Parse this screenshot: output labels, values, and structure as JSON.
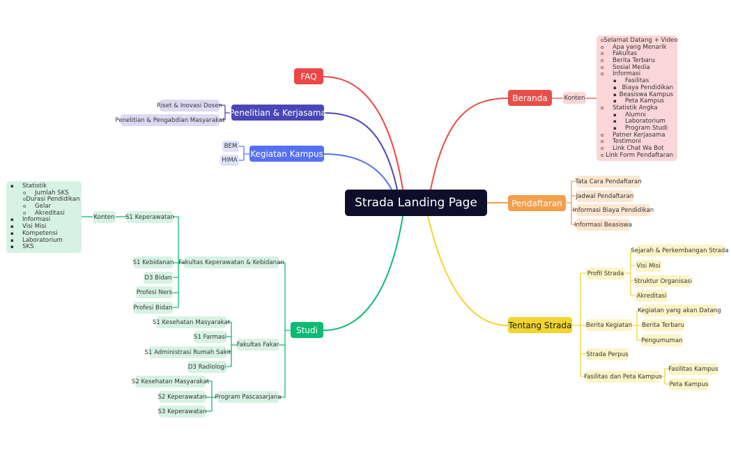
{
  "root": "Strada Landing Page",
  "colors": {
    "faq": "#f04545",
    "penelitian": "#4a46b8",
    "kegiatan": "#5570f2",
    "studi": "#0dba73",
    "beranda": "#e84e48",
    "pendaftaran": "#f59e4c",
    "tentang": "#f2d52e"
  },
  "branches": {
    "faq": {
      "label": "FAQ"
    },
    "penelitian": {
      "label": "Penelitian & Kerjasama",
      "children": [
        "Riset & Inovasi Dosen",
        "Penelitian & Pengabdian Masyarakat"
      ]
    },
    "kegiatan": {
      "label": "Kegiatan Kampus",
      "children": [
        "BEM",
        "HIMA"
      ]
    },
    "studi": {
      "label": "Studi",
      "fakultas_kep": {
        "label": "Fakultas Keperawatan & Kebidanan",
        "s1kep": {
          "label": "S1 Keperawatan",
          "konten": "Konten",
          "list": [
            {
              "marker": "▪",
              "text": "Statistik",
              "level": 0
            },
            {
              "marker": "o",
              "text": "Jumlah SKS",
              "level": 1
            },
            {
              "marker": "o",
              "text": "Durasi Pendidikan",
              "level": 1
            },
            {
              "marker": "o",
              "text": "Gelar",
              "level": 1
            },
            {
              "marker": "o",
              "text": "Akreditasi",
              "level": 1
            },
            {
              "marker": "▪",
              "text": "Informasi",
              "level": 0
            },
            {
              "marker": "▪",
              "text": "Visi Misi",
              "level": 0
            },
            {
              "marker": "▪",
              "text": "Kompetensi",
              "level": 0
            },
            {
              "marker": "▪",
              "text": "Laboratorium",
              "level": 0
            },
            {
              "marker": "▪",
              "text": "SKS",
              "level": 0
            }
          ]
        },
        "others": [
          "S1 Kebidanan",
          "D3 Bidan",
          "Profesi Ners",
          "Profesi Bidan"
        ]
      },
      "fakultas_fakar": {
        "label": "Fakultas Fakar",
        "children": [
          "S1 Kesehatan Masyarakat",
          "S1 Farmasi",
          "S1 Administrasi Rumah Sakit",
          "D3 Radiologi"
        ]
      },
      "pasca": {
        "label": "Program Pascasarjana",
        "children": [
          "S2 Kesehatan Masyarakat",
          "S2 Keperawatan",
          "S3 Keperawatan"
        ]
      }
    },
    "beranda": {
      "label": "Beranda",
      "konten": "Konten",
      "list": [
        {
          "marker": "o",
          "text": "Selamat Datang + Video",
          "level": 0
        },
        {
          "marker": "o",
          "text": "Apa yang Menarik",
          "level": 0
        },
        {
          "marker": "o",
          "text": "Fakultas",
          "level": 0
        },
        {
          "marker": "o",
          "text": "Berita Terbaru",
          "level": 0
        },
        {
          "marker": "o",
          "text": "Sosial Media",
          "level": 0
        },
        {
          "marker": "o",
          "text": "Informasi",
          "level": 0
        },
        {
          "marker": "▪",
          "text": "Fasilitas",
          "level": 1
        },
        {
          "marker": "▪",
          "text": "Biaya Pendidikan",
          "level": 1
        },
        {
          "marker": "▪",
          "text": "Beasiswa Kampus",
          "level": 1
        },
        {
          "marker": "▪",
          "text": "Peta Kampus",
          "level": 1
        },
        {
          "marker": "o",
          "text": "Statistik Angka",
          "level": 0
        },
        {
          "marker": "▪",
          "text": "Alumni",
          "level": 1
        },
        {
          "marker": "▪",
          "text": "Laboratorium",
          "level": 1
        },
        {
          "marker": "▪",
          "text": "Program Studi",
          "level": 1
        },
        {
          "marker": "o",
          "text": "Patner Kerjasama",
          "level": 0
        },
        {
          "marker": "o",
          "text": "Testimoni",
          "level": 0
        },
        {
          "marker": "o",
          "text": "Link Chat Wa Bot",
          "level": 0
        },
        {
          "marker": "o",
          "text": "Link Form Pendaftaran",
          "level": 0
        }
      ]
    },
    "pendaftaran": {
      "label": "Pendaftaran",
      "children": [
        "Tata Cara Pendaftaran",
        "Jadwal Pendaftaran",
        "Informasi Biaya Pendidikan",
        "Informasi Beasiswa"
      ]
    },
    "tentang": {
      "label": "Tentang Strada",
      "profil": {
        "label": "Profil Strada",
        "children": [
          "Sejarah & Perkembangan Strada",
          "Visi Misi",
          "Struktur Organisasi",
          "Akreditasi"
        ]
      },
      "berita": {
        "label": "Berita Kegiatan",
        "children": [
          "Kegiatan yang akan Datang",
          "Berita Terbaru",
          "Pengumuman"
        ]
      },
      "perpus": {
        "label": "Strada Perpus"
      },
      "fasilitas": {
        "label": "Fasilitas dan Peta Kampus",
        "children": [
          "Fasilitas Kampus",
          "Peta Kampus"
        ]
      }
    }
  }
}
